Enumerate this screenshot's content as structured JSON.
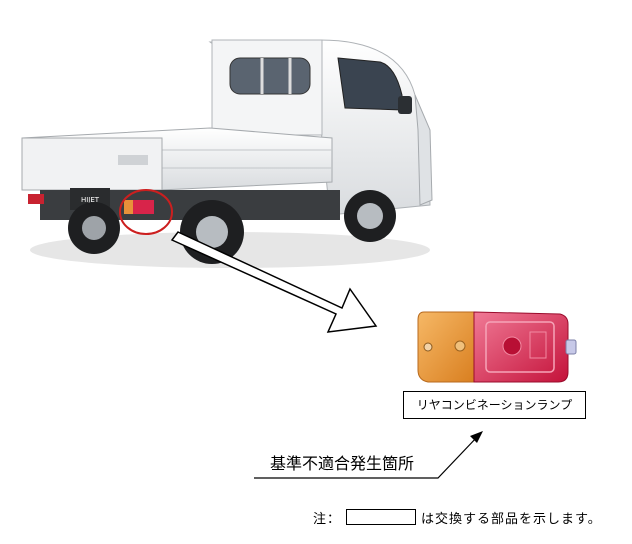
{
  "illustration": {
    "vehicle": "hijet-truck",
    "highlight": "rear-combination-lamp"
  },
  "labels": {
    "part_name": "リヤコンビネーションランプ",
    "defect_location": "基準不適合発生箇所"
  },
  "note": {
    "prefix": "注：",
    "suffix": "は交換する部品を示します。"
  },
  "colors": {
    "highlight_circle": "#cc1f1f",
    "lamp_amber": "#e89a3c",
    "lamp_red": "#d8244a"
  }
}
